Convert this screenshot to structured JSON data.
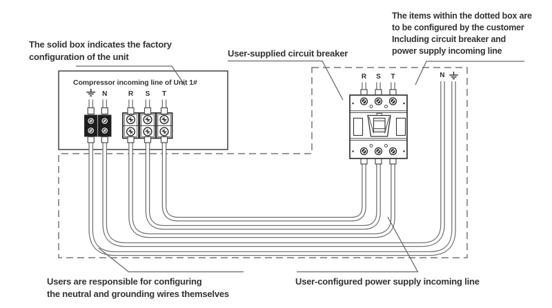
{
  "annotations": {
    "factory_note": {
      "line1": "The solid box indicates the factory",
      "line2": "configuration of the unit"
    },
    "supplied_breaker_note": "User-supplied circuit breaker",
    "customer_note": {
      "line1": "The items within the dotted box are",
      "line2": "to be configured by the customer",
      "line3": "Including circuit breaker and",
      "line4": "power supply incoming line"
    },
    "neutral_note": {
      "line1": "Users are responsible for configuring",
      "line2": "the neutral and grounding wires themselves"
    },
    "incoming_note": "User-configured power supply incoming line"
  },
  "factory_box": {
    "title": "Compressor incoming line of Unit 1#",
    "terminal_labels": {
      "neutral": "N",
      "r": "R",
      "s": "S",
      "t": "T"
    },
    "ground_icon": "earth-ground-symbol"
  },
  "breaker": {
    "terminal_labels": {
      "r": "R",
      "s": "S",
      "t": "T"
    }
  },
  "supply_lines": {
    "neutral_label": "N",
    "ground_icon": "earth-ground-symbol"
  },
  "colors": {
    "background": "#ffffff",
    "line": "#4c4c4c",
    "dashed_line": "#757575",
    "wire": "#737373",
    "text": "#333333",
    "block_dark": "#1d1d1d"
  }
}
